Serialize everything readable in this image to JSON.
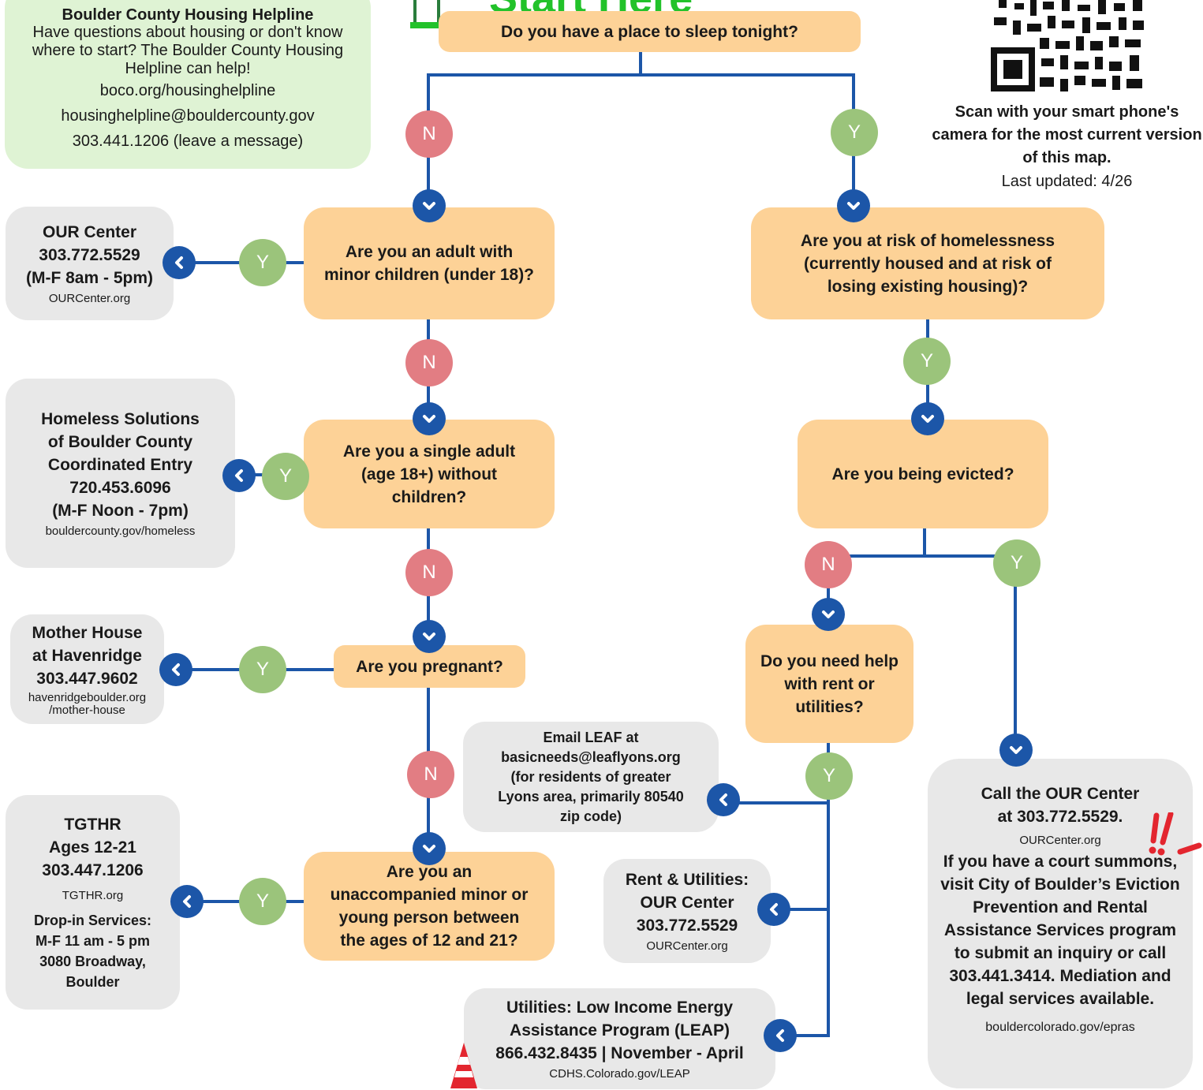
{
  "start_label": "Start Here",
  "helpline": {
    "title": "Boulder County Housing Helpline",
    "description": "Have questions about housing or don't know where to start? The Boulder County Housing Helpline can help!",
    "website": "boco.org/housinghelpline",
    "email": "housinghelpline@bouldercounty.gov",
    "phone": "303.441.1206 (leave a message)"
  },
  "qr": {
    "caption": "Scan with your smart phone's camera for the most current version of this map.",
    "updated": "Last updated: 4/26"
  },
  "questions": {
    "q1": "Do you have a place to sleep tonight?",
    "q_children": "Are you an adult with minor children (under 18)?",
    "q_single": "Are you a single adult (age 18+) without children?",
    "q_pregnant": "Are you pregnant?",
    "q_minor": "Are you an unaccompanied minor or young person between the ages of 12 and 21?",
    "q_risk": "Are you at risk of homelessness (currently housed and at risk of losing existing housing)?",
    "q_evicted": "Are you being evicted?",
    "q_rent": "Do you need help with rent or utilities?"
  },
  "answers": {
    "yes": "Y",
    "no": "N"
  },
  "resources": {
    "our_center": {
      "name": "OUR Center",
      "phone": "303.772.5529",
      "hours": "(M-F 8am - 5pm)",
      "url": "OURCenter.org"
    },
    "hsbc": {
      "line1": "Homeless Solutions",
      "line2": "of Boulder County",
      "line3": "Coordinated Entry",
      "phone": "720.453.6096",
      "hours": "(M-F Noon - 7pm)",
      "url": "bouldercounty.gov/homeless"
    },
    "mother_house": {
      "line1": "Mother House",
      "line2": "at Havenridge",
      "phone": "303.447.9602",
      "url1": "havenridgeboulder.org",
      "url2": "/mother-house"
    },
    "tgthr": {
      "name": "TGTHR",
      "ages": "Ages 12-21",
      "phone": "303.447.1206",
      "url": "TGTHR.org",
      "dropin1": "Drop-in Services:",
      "dropin2": "M-F 11 am - 5 pm",
      "dropin3": "3080 Broadway,",
      "dropin4": "Boulder"
    },
    "leaf": {
      "line1": "Email LEAF at",
      "line2": "basicneeds@leaflyons.org",
      "line3": "(for residents of greater",
      "line4": "Lyons area, primarily 80540",
      "line5": "zip code)"
    },
    "rent_utilities": {
      "line1": "Rent & Utilities:",
      "line2": "OUR Center",
      "phone": "303.772.5529",
      "url": "OURCenter.org"
    },
    "leap": {
      "line1": "Utilities: Low Income Energy",
      "line2": "Assistance Program (LEAP)",
      "line3": "866.432.8435 | November - April",
      "url": "CDHS.Colorado.gov/LEAP"
    },
    "eviction": {
      "line1": "Call the OUR Center",
      "line2": "at 303.772.5529.",
      "url": "OURCenter.org",
      "body": "If you have a court summons, visit City of Boulder’s Eviction Prevention and Rental Assistance Services program to submit an inquiry or call 303.441.3414. Mediation and legal services available.",
      "url2": "bouldercolorado.gov/epras"
    }
  },
  "colors": {
    "question": "#fdd297",
    "resource": "#e8e8e8",
    "helpline": "#dff3d4",
    "no": "#e27d83",
    "yes": "#9bc47b",
    "arrow": "#1c56a8",
    "start": "#22c22a"
  }
}
